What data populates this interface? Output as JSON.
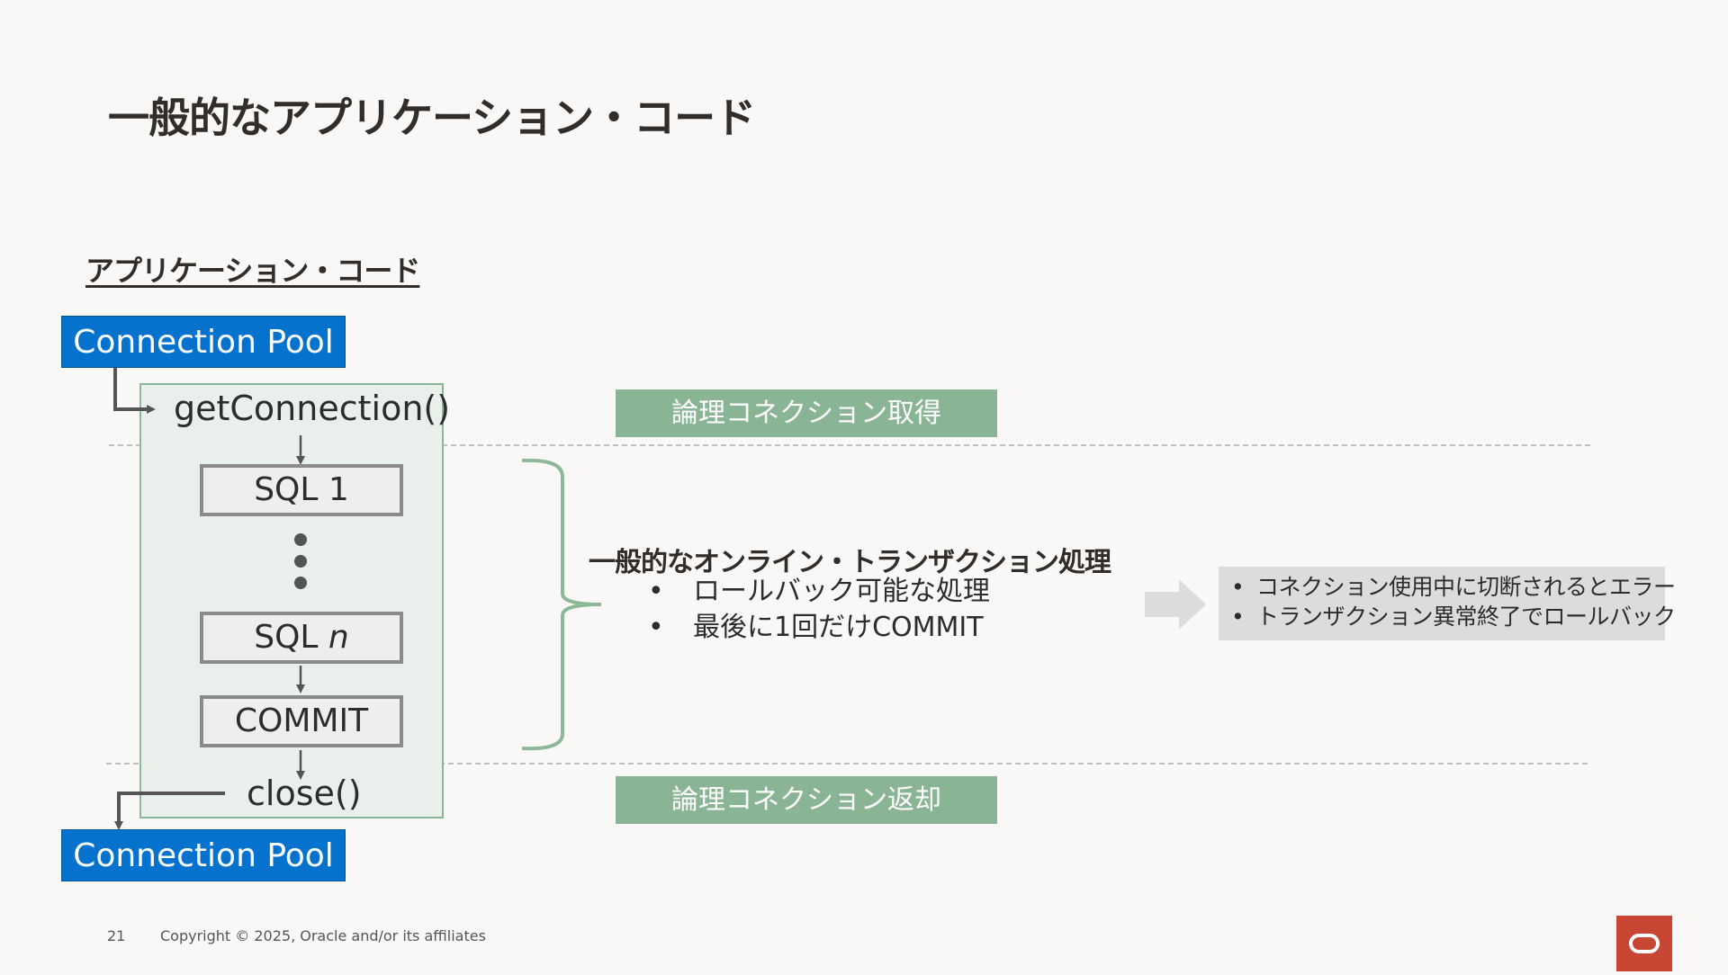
{
  "slide": {
    "title": "一般的なアプリケーション・コード",
    "subtitle": "アプリケーション・コード"
  },
  "flow": {
    "pool_top": "Connection Pool",
    "get_connection": "getConnection()",
    "sql1": "SQL 1",
    "sqln_prefix": "SQL ",
    "sqln_var": "n",
    "commit": "COMMIT",
    "close": "close()",
    "pool_bottom": "Connection Pool"
  },
  "labels": {
    "acquire": "論理コネクション取得",
    "release": "論理コネクション返却"
  },
  "transaction": {
    "title": "一般的なオンライン・トランザクション処理",
    "bullets": [
      "ロールバック可能な処理",
      "最後に1回だけCOMMIT"
    ]
  },
  "error_box": {
    "items": [
      "コネクション使用中に切断されるとエラー",
      "トランザクション異常終了でロールバック"
    ]
  },
  "footer": {
    "page_number": "21",
    "copyright": "Copyright © 2025, Oracle and/or its affiliates"
  },
  "colors": {
    "pool_blue": "#0572CE",
    "green": "#8AB595",
    "oracle_red": "#C74634"
  },
  "icons": {
    "arrow": "right-arrow",
    "logo": "oracle-logo"
  }
}
